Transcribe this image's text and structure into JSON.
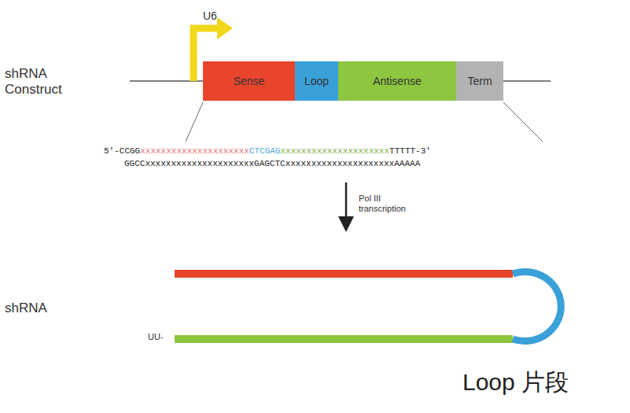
{
  "diagram": {
    "nodes": [
      {
        "text": [
          "Sense"
        ]
      },
      {
        "text": [
          "Loop"
        ]
      },
      {
        "text": [
          "Antisense"
        ]
      },
      {
        "text": [
          "Term"
        ]
      }
    ],
    "labels": [
      "U6",
      "shRNA Construct",
      "5'-CCGG",
      "xxxxxxxxxxxxxxxxxxxxx",
      "CTCGAG",
      "xxxxxxxxxxxxxxxxxxxxx",
      "TTTTT-3'",
      "GGCCxxxxxxxxxxxxxxxxxxxxxGAGCTCxxxxxxxxxxxxxxxxxxxxxAAAAA",
      "Pol III transcription",
      "shRNA",
      "UU-",
      "Loop 片段"
    ]
  }
}
